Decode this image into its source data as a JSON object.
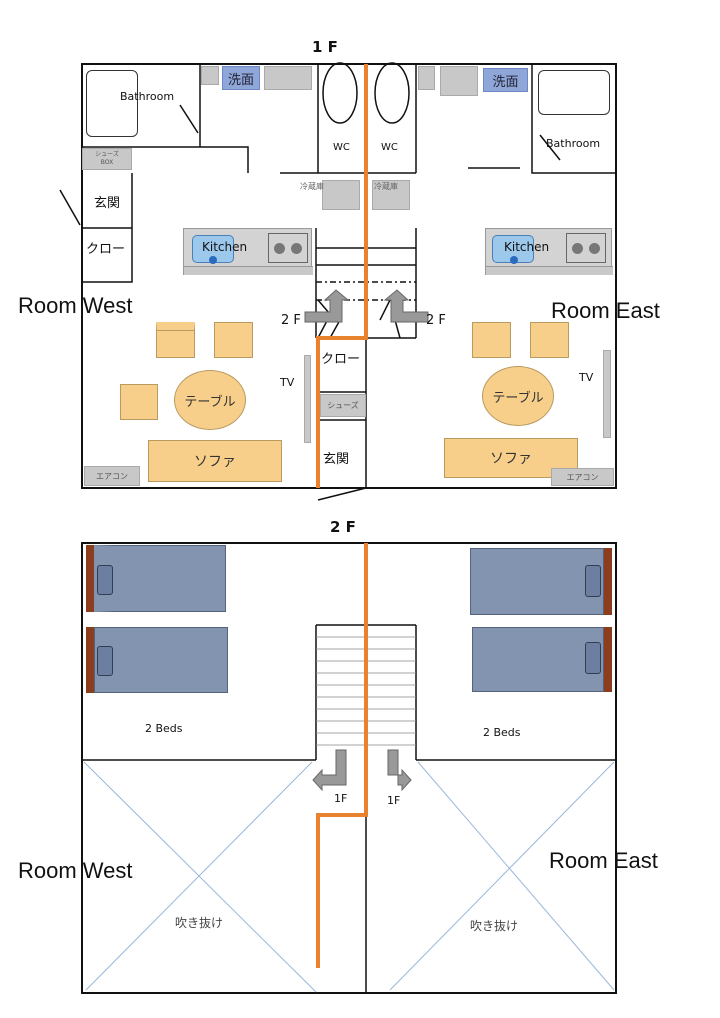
{
  "floor1": {
    "title": "1 F",
    "room_west": "Room West",
    "room_east": "Room East",
    "bathroom": "Bathroom",
    "senmen": "洗面",
    "wc": "WC",
    "fridge": "冷蔵庫",
    "kitchen": "Kitchen",
    "shoes_box_line1": "シューズ",
    "shoes_box_line2": "BOX",
    "genkan": "玄関",
    "closet": "クロー",
    "stairs_up": "2 F",
    "table": "テーブル",
    "sofa": "ソファ",
    "tv": "TV",
    "aircon": "エアコン",
    "shoes": "シューズ"
  },
  "floor2": {
    "title": "2 F",
    "room_west": "Room West",
    "room_east": "Room East",
    "beds": "2 Beds",
    "void": "吹き抜け",
    "stairs_down": "1F"
  },
  "colors": {
    "divider": "#e8822f",
    "furniture": "#f7cf8a",
    "bed": "#8394b1",
    "sink": "#8fa6d8"
  }
}
